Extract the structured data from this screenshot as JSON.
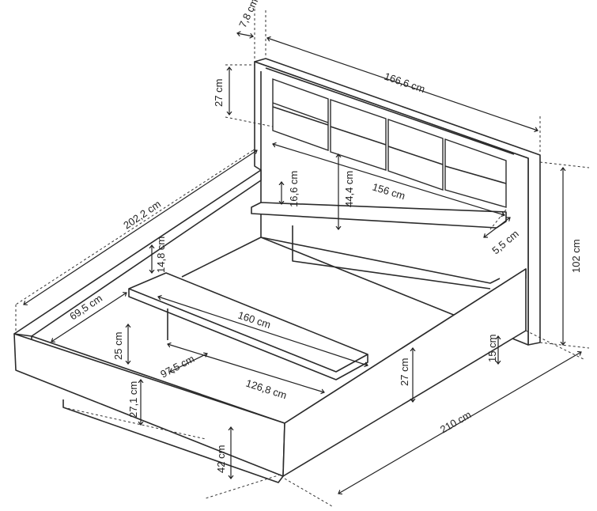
{
  "title": "Bed frame dimensions",
  "dimensions": {
    "headboard_thickness": "7,8 cm",
    "headboard_width": "166,6 cm",
    "cushion_height": "27 cm",
    "shelf_gap": "16,6 cm",
    "shelf_to_cushion": "44,4 cm",
    "inner_width_headboard": "156 cm",
    "overall_length": "202,2 cm",
    "rail_height_inner": "14,8 cm",
    "shelf_depth": "5,5 cm",
    "total_height": "102 cm",
    "slat_offset": "69,5 cm",
    "inner_width": "160 cm",
    "inner_depth_front": "25 cm",
    "slat_span": "97,5 cm",
    "slat_length": "126,8 cm",
    "side_rail_height": "27 cm",
    "headboard_clearance": "15 cm",
    "front_panel_height": "27,1 cm",
    "total_length": "210 cm",
    "floor_to_top": "42 cm"
  }
}
